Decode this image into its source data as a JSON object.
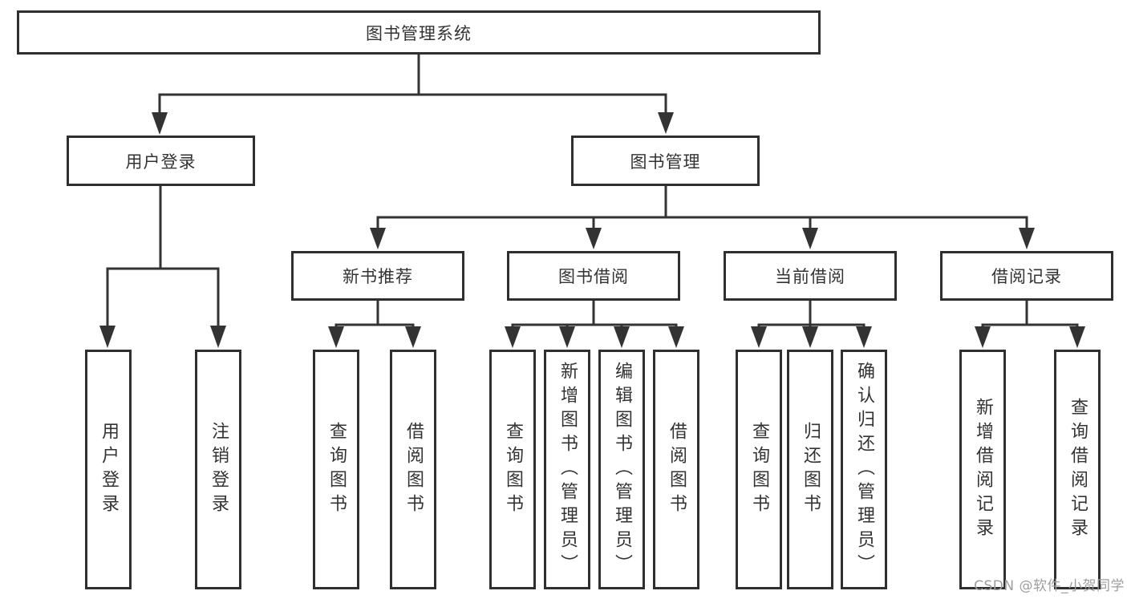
{
  "diagram": {
    "root": {
      "label": "图书管理系统"
    },
    "level1": [
      {
        "label": "用户登录"
      },
      {
        "label": "图书管理"
      }
    ],
    "level2": [
      {
        "label": "新书推荐"
      },
      {
        "label": "图书借阅"
      },
      {
        "label": "当前借阅"
      },
      {
        "label": "借阅记录"
      }
    ],
    "leaves": [
      {
        "group": "用户登录",
        "label": "用户登录"
      },
      {
        "group": "用户登录",
        "label": "注销登录"
      },
      {
        "group": "新书推荐",
        "label": "查询图书"
      },
      {
        "group": "新书推荐",
        "label": "借阅图书"
      },
      {
        "group": "图书借阅",
        "label": "查询图书"
      },
      {
        "group": "图书借阅",
        "label": "新增图书（管理员）"
      },
      {
        "group": "图书借阅",
        "label": "编辑图书（管理员）"
      },
      {
        "group": "图书借阅",
        "label": "借阅图书"
      },
      {
        "group": "当前借阅",
        "label": "查询图书"
      },
      {
        "group": "当前借阅",
        "label": "归还图书"
      },
      {
        "group": "当前借阅",
        "label": "确认归还（管理员）"
      },
      {
        "group": "借阅记录",
        "label": "新增借阅记录"
      },
      {
        "group": "借阅记录",
        "label": "查询借阅记录"
      }
    ]
  },
  "colors": {
    "line": "#333333",
    "box_border": "#2f2f2f",
    "text": "#333333",
    "watermark": "#9e9e9e"
  },
  "watermark": "CSDN @软件_小贺同学"
}
